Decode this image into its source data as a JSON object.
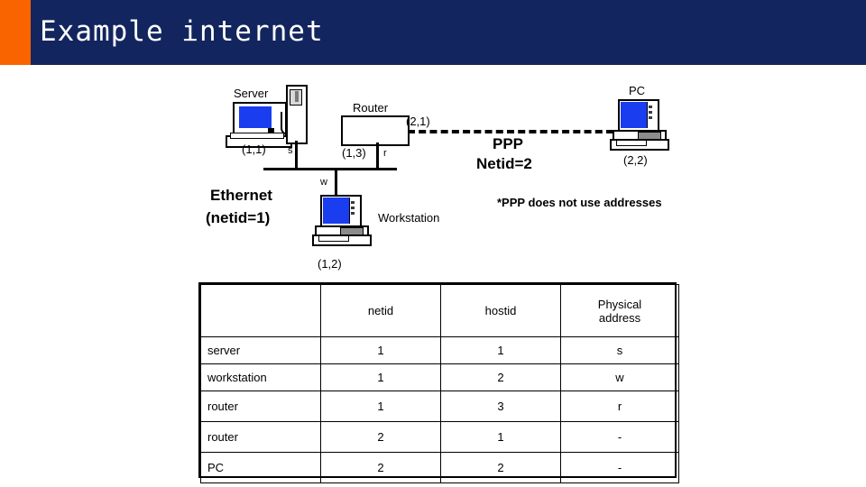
{
  "banner": {
    "title": "Example internet",
    "bg_color": "#12255e",
    "accent_color": "#f96400",
    "text_color": "#ffffff"
  },
  "diagram": {
    "server": {
      "name": "Server",
      "address": "(1,1)",
      "interface": "s"
    },
    "router": {
      "name": "Router",
      "address_ethernet": "(1,3)",
      "interface": "r",
      "address_ppp": "(2,1)"
    },
    "workstation": {
      "name": "Workstation",
      "address": "(1,2)",
      "interface": "w"
    },
    "pc": {
      "name": "PC",
      "address": "(2,2)"
    },
    "ethernet": {
      "line1": "Ethernet",
      "line2": "(netid=1)"
    },
    "ppp": {
      "line1": "PPP",
      "line2": "Netid=2"
    },
    "footnote": "*PPP does not use addresses",
    "screen_color": "#1a3df0"
  },
  "table": {
    "headers": [
      "",
      "netid",
      "hostid",
      "Physical address"
    ],
    "header_physical_line1": "Physical",
    "header_physical_line2": "address",
    "rows": [
      {
        "device": "server",
        "netid": "1",
        "hostid": "1",
        "physical": "s"
      },
      {
        "device": "workstation",
        "netid": "1",
        "hostid": "2",
        "physical": "w"
      },
      {
        "device": "router",
        "netid": "1",
        "hostid": "3",
        "physical": "r"
      },
      {
        "device": "router",
        "netid": "2",
        "hostid": "1",
        "physical": "-"
      },
      {
        "device": "PC",
        "netid": "2",
        "hostid": "2",
        "physical": "-"
      }
    ]
  }
}
